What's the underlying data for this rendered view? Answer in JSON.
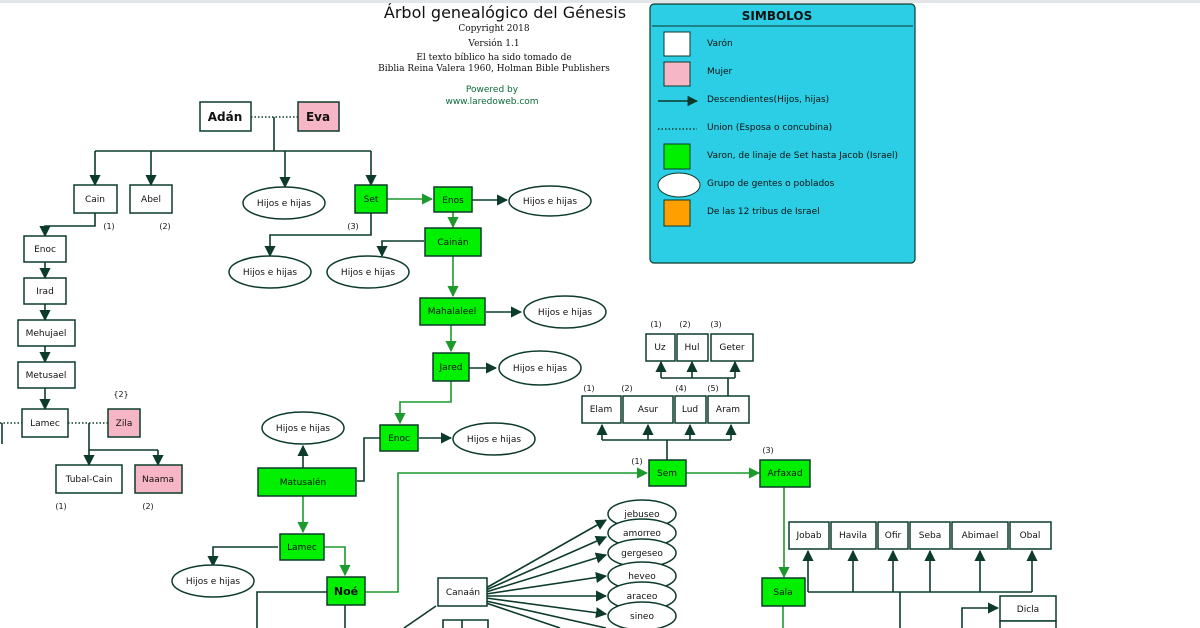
{
  "header": {
    "title": "Árbol genealógico del Génesis",
    "copyright": "Copyright 2018",
    "version": "Versión 1.1",
    "source_line1": "El texto bíblico ha sido tomado de",
    "source_line2": "Biblia Reina Valera 1960, Holman Bible Publishers",
    "powered_label": "Powered by",
    "powered_site": "www.laredoweb.com"
  },
  "legend": {
    "title": "SIMBOLOS",
    "items": [
      {
        "kind": "male",
        "label": "Varón"
      },
      {
        "kind": "female",
        "label": "Mujer"
      },
      {
        "kind": "arrow",
        "label": "Descendientes(Hijos, hijas)"
      },
      {
        "kind": "union",
        "label": "Union (Esposa o concubina)"
      },
      {
        "kind": "lineage",
        "label": "Varon, de linaje de Set hasta Jacob (Israel)"
      },
      {
        "kind": "group",
        "label": "Grupo de gentes o poblados"
      },
      {
        "kind": "tribe",
        "label": "De las 12 tribus de Israel"
      }
    ]
  },
  "colors": {
    "male": "#ffffff",
    "female": "#f7b6c5",
    "lineage": "#00f000",
    "tribe": "#ff9f00",
    "legend_bg": "#2bcee4",
    "line_dark": "#0c3b2b",
    "line_green": "#1c9a2c"
  },
  "nodes": {
    "adan": "Adán",
    "eva": "Eva",
    "cain": "Cain",
    "abel": "Abel",
    "set": "Set",
    "enos": "Enos",
    "cainan": "Cainán",
    "mahalaleel": "Mahalaleel",
    "jared": "Jared",
    "enoc_set": "Enoc",
    "matusalen": "Matusalén",
    "lamec_set": "Lamec",
    "noe": "Noé",
    "enoc_cain": "Enoc",
    "irad": "Irad",
    "mehujael": "Mehujael",
    "metusael": "Metusael",
    "lamec_cain": "Lamec",
    "zila": "Zila",
    "tubal_cain": "Tubal-Cain",
    "naama": "Naama",
    "sem": "Sem",
    "arfaxad": "Arfaxad",
    "elam": "Elam",
    "asur": "Asur",
    "lud": "Lud",
    "aram": "Aram",
    "uz": "Uz",
    "hul": "Hul",
    "geter": "Geter",
    "jobab": "Jobab",
    "havila": "Havila",
    "ofir": "Ofir",
    "seba": "Seba",
    "abimael": "Abimael",
    "obal": "Obal",
    "sala": "Sala",
    "dicla": "Dicla",
    "canaan": "Canaán"
  },
  "groups": {
    "hijos_set": "Hijos e hijas",
    "hijos_enos": "Hijos e hijas",
    "hijos_a": "Hijos e hijas",
    "hijos_b": "Hijos e hijas",
    "hijos_mahalaleel": "Hijos e hijas",
    "hijos_jared": "Hijos e hijas",
    "hijos_matusalen": "Hijos e hijas",
    "hijos_enoc": "Hijos e hijas",
    "hijos_lamec": "Hijos e hijas",
    "jebuseo": "jebuseo",
    "amorreo": "amorreo",
    "gergeseo": "gergeseo",
    "heveo": "heveo",
    "araceo": "araceo",
    "sineo": "sineo"
  },
  "marks": {
    "cain_1": "(1)",
    "abel_2": "(2)",
    "set_3": "(3)",
    "zila_2": "{2}",
    "tubal_1": "(1)",
    "naama_2": "(2)",
    "sem_1": "(1)",
    "arfaxad_3": "(3)",
    "elam_1": "(1)",
    "asur_2": "(2)",
    "lud_4": "(4)",
    "aram_5": "(5)",
    "uz_1": "(1)",
    "hul_2": "(2)",
    "geter_3": "(3)"
  }
}
